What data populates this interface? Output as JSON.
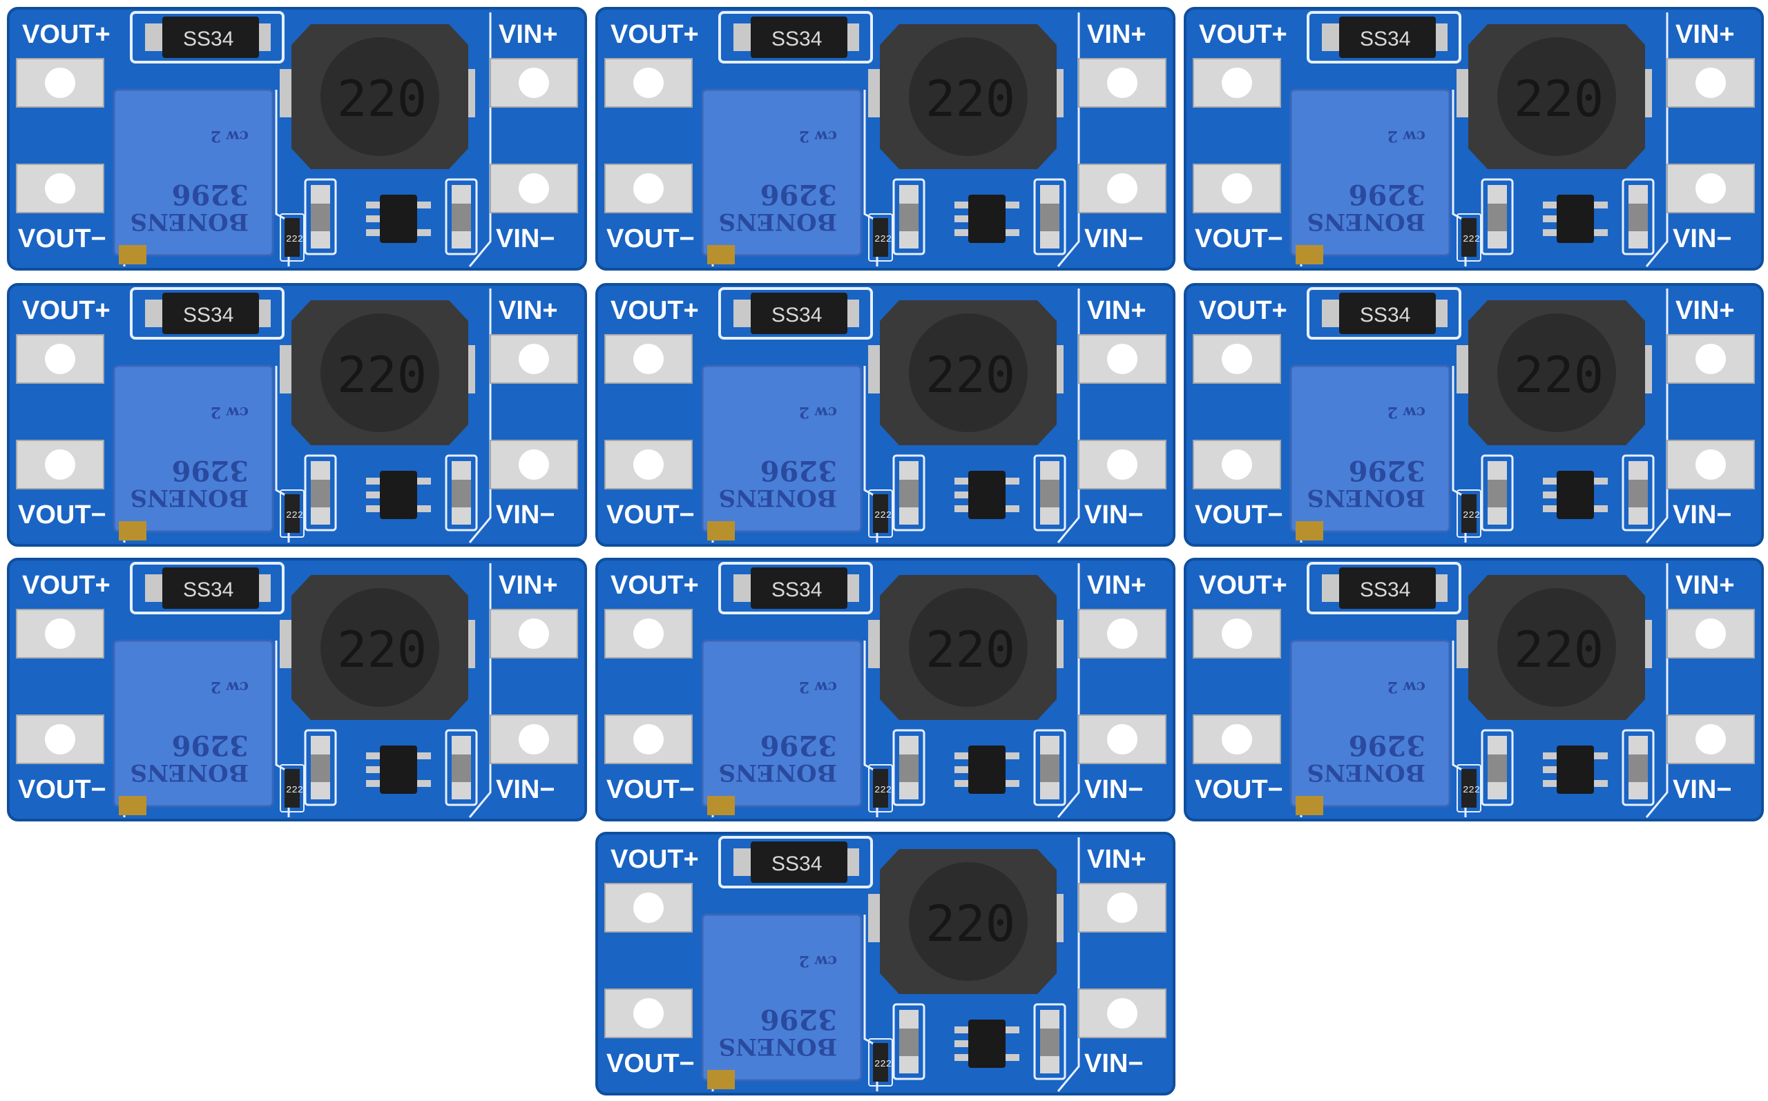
{
  "colors": {
    "pcb": "#1a64c4",
    "pcb_edge": "#0f4f9d",
    "silk": "#e6f0ff",
    "pad": "#d8d8d8",
    "pot": "#4a7fd8",
    "inductor": "#3a3a3a",
    "background": "#ffffff"
  },
  "board_template": {
    "label_vout_plus": "VOUT+",
    "label_vout_minus": "VOUT−",
    "label_vin_plus": "VIN+",
    "label_vin_minus": "VIN−",
    "diode_marking": "SS34",
    "inductor_marking": "220",
    "pot_brand": "BONENS",
    "pot_model": "3296",
    "pot_cw": "cw 2",
    "resistor_marking": "222"
  },
  "boards": [
    {
      "id": "board-1"
    },
    {
      "id": "board-2"
    },
    {
      "id": "board-3"
    },
    {
      "id": "board-4"
    },
    {
      "id": "board-5"
    },
    {
      "id": "board-6"
    },
    {
      "id": "board-7"
    },
    {
      "id": "board-8"
    },
    {
      "id": "board-9"
    },
    {
      "id": "board-10"
    }
  ]
}
